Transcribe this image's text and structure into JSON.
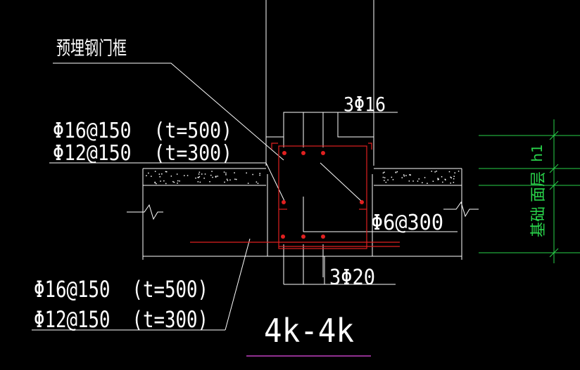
{
  "labels": {
    "embedded_frame": "预埋钢门框",
    "top_rebar": "3Φ16",
    "left_top_line1": "Φ16@150  (t=500)",
    "left_top_line2": "Φ12@150  (t=300)",
    "stirrup": "Φ6@300",
    "bottom_rebar": "3Φ20",
    "left_bottom_line1": "Φ16@150  (t=500)",
    "left_bottom_line2": "Φ12@150  (t=300)",
    "section_title": "4k-4k"
  },
  "dimension_labels": {
    "h1": "h1",
    "surface_layer": "面层",
    "foundation": "基础"
  },
  "colors": {
    "background": "#000000",
    "lines": "#ffffff",
    "rebar": "#e02020",
    "dimension": "#29d24a",
    "title_underline": "#c040c0"
  }
}
